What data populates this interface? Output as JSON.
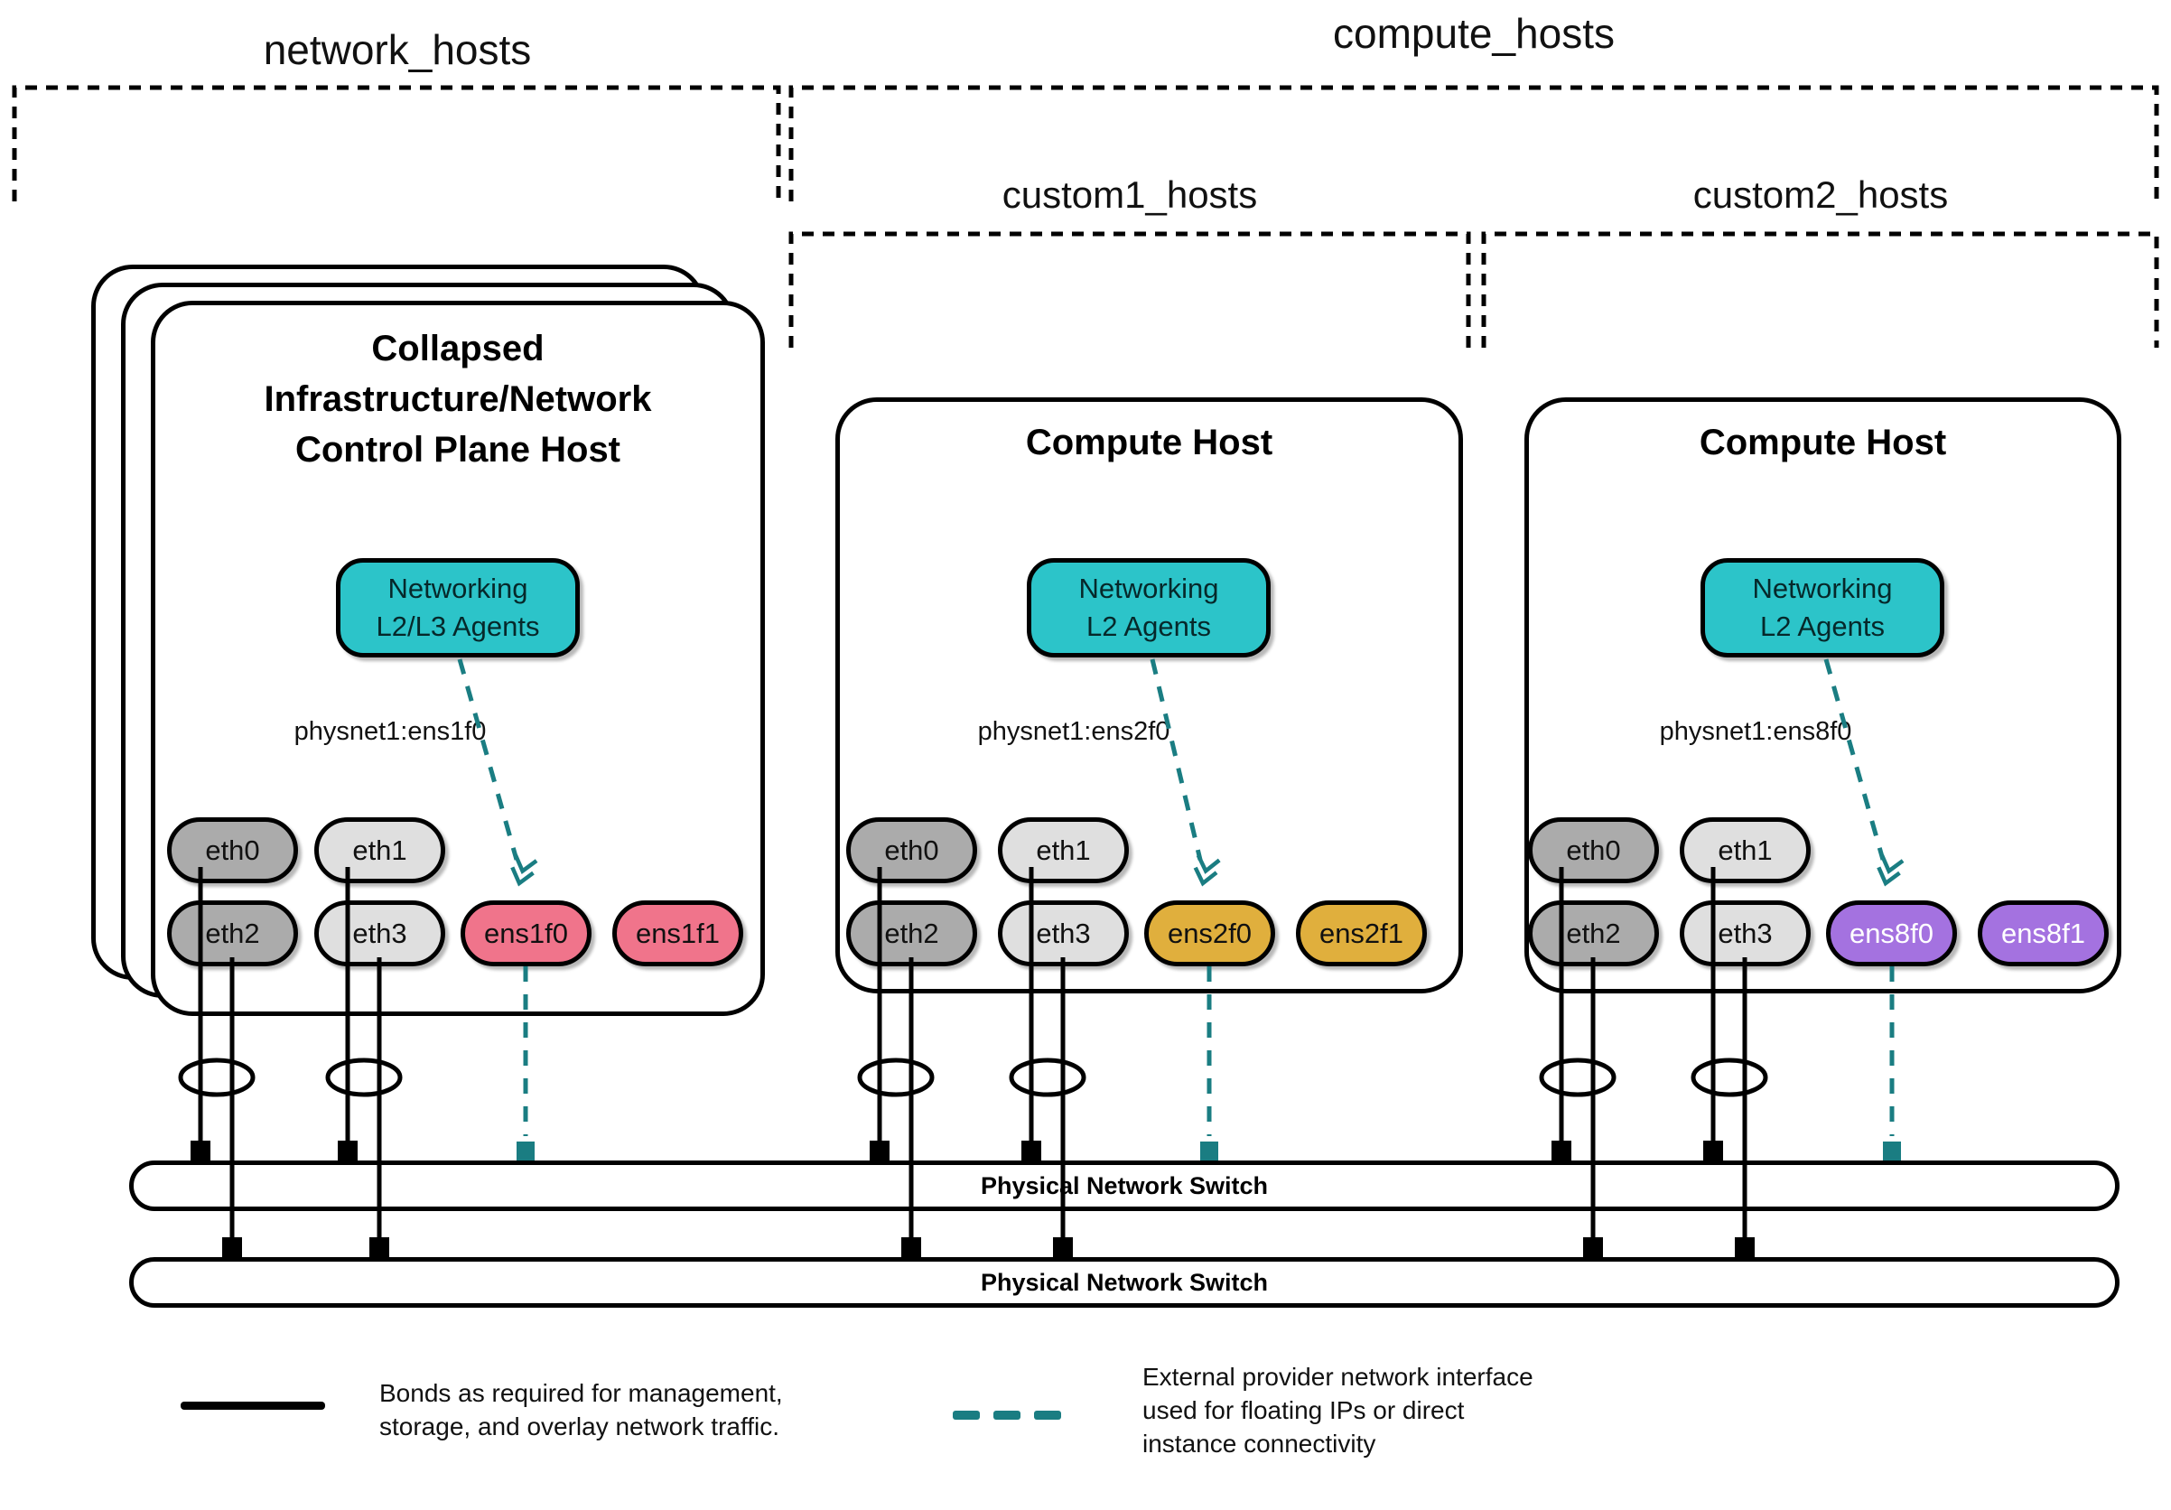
{
  "diagram": {
    "groups": [
      {
        "label": "network_hosts"
      },
      {
        "label": "compute_hosts"
      },
      {
        "label": "custom1_hosts"
      },
      {
        "label": "custom2_hosts"
      }
    ],
    "hosts": [
      {
        "title_lines": [
          "Collapsed",
          "Infrastructure/Network",
          "Control Plane Host"
        ],
        "agent_lines": [
          "Networking",
          "L2/L3 Agents"
        ],
        "physnet_label": "physnet1:ens1f0",
        "nics": [
          {
            "label": "eth0"
          },
          {
            "label": "eth1"
          },
          {
            "label": "eth2"
          },
          {
            "label": "eth3"
          },
          {
            "label": "ens1f0"
          },
          {
            "label": "ens1f1"
          }
        ]
      },
      {
        "title_lines": [
          "Compute Host"
        ],
        "agent_lines": [
          "Networking",
          "L2 Agents"
        ],
        "physnet_label": "physnet1:ens2f0",
        "nics": [
          {
            "label": "eth0"
          },
          {
            "label": "eth1"
          },
          {
            "label": "eth2"
          },
          {
            "label": "eth3"
          },
          {
            "label": "ens2f0"
          },
          {
            "label": "ens2f1"
          }
        ]
      },
      {
        "title_lines": [
          "Compute Host"
        ],
        "agent_lines": [
          "Networking",
          "L2 Agents"
        ],
        "physnet_label": "physnet1:ens8f0",
        "nics": [
          {
            "label": "eth0"
          },
          {
            "label": "eth1"
          },
          {
            "label": "eth2"
          },
          {
            "label": "eth3"
          },
          {
            "label": "ens8f0"
          },
          {
            "label": "ens8f1"
          }
        ]
      }
    ],
    "switches": [
      {
        "label": "Physical Network Switch"
      },
      {
        "label": "Physical Network Switch"
      }
    ],
    "legend": {
      "bond_lines": [
        "Bonds as required for management,",
        "storage, and overlay network traffic."
      ],
      "external_lines": [
        "External provider network interface",
        "used for floating IPs or direct",
        "instance connectivity"
      ]
    },
    "colors": {
      "agent-teal": "#2cc4c9",
      "provider-teal": "#1a7d82",
      "nic-pink": "#f0748b",
      "nic-gold": "#e0af3d",
      "nic-purple": "#a472e0",
      "gray-dark": "#ababab",
      "gray-light": "#dfdfdf",
      "ink": "#000000"
    }
  }
}
